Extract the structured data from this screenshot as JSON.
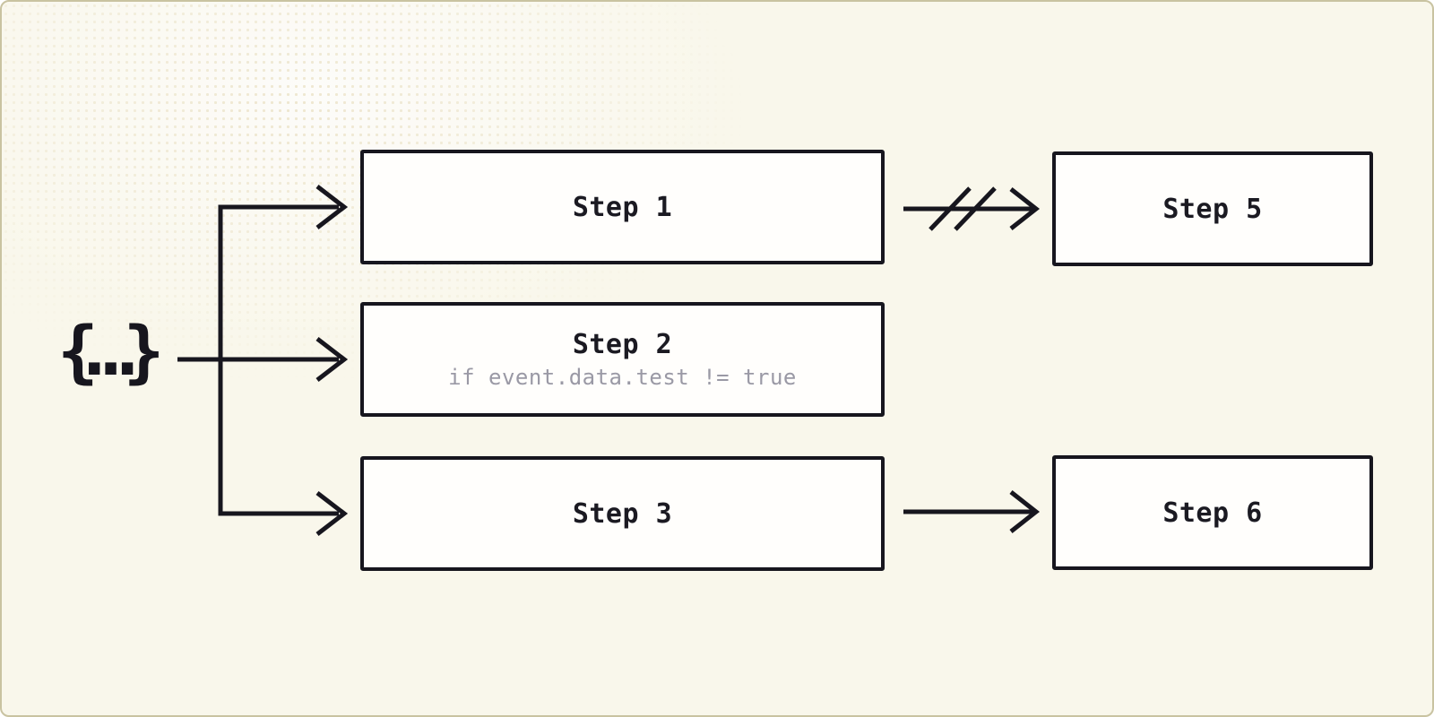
{
  "theme": {
    "background": "#f9f7eb",
    "node_surface": "#fffefc",
    "ink": "#17161e",
    "muted_text": "#9a99a5",
    "frame_border": "#c9c3a1"
  },
  "source_node": {
    "label": "{...}"
  },
  "nodes": [
    {
      "id": "step-1",
      "title": "Step 1"
    },
    {
      "id": "step-2",
      "title": "Step 2",
      "condition": "if event.data.test != true"
    },
    {
      "id": "step-3",
      "title": "Step 3"
    },
    {
      "id": "step-5",
      "title": "Step 5"
    },
    {
      "id": "step-6",
      "title": "Step 6"
    }
  ],
  "edges": [
    {
      "from": "source",
      "to": "step-1",
      "style": "arrow"
    },
    {
      "from": "source",
      "to": "step-2",
      "style": "arrow"
    },
    {
      "from": "source",
      "to": "step-3",
      "style": "arrow"
    },
    {
      "from": "step-1",
      "to": "step-5",
      "style": "broken-arrow"
    },
    {
      "from": "step-3",
      "to": "step-6",
      "style": "arrow"
    }
  ]
}
